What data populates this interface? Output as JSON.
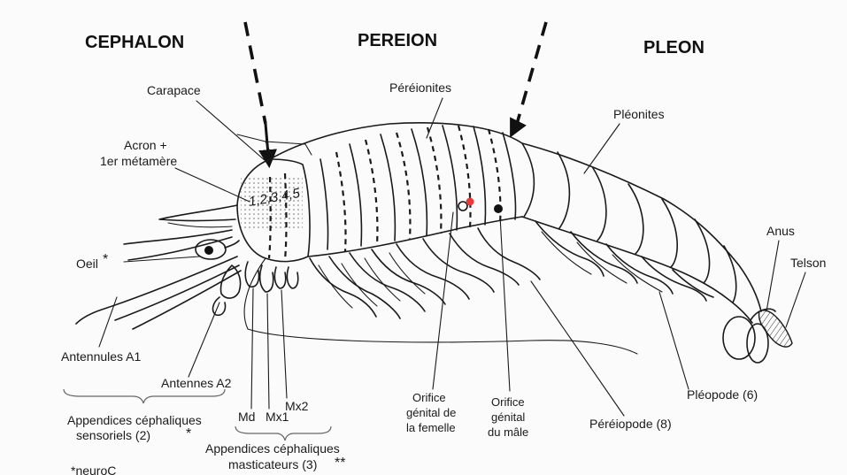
{
  "regions": {
    "cephalon": "CEPHALON",
    "pereion": "PEREION",
    "pleon": "PLEON"
  },
  "labels": {
    "carapace": "Carapace",
    "acron_line1": "Acron +",
    "acron_line2": "1er métamère",
    "pereionites": "Péréionites",
    "pleonites": "Pléonites",
    "oeil": "Oeil",
    "oeil_mark": "*",
    "anus": "Anus",
    "telson": "Telson",
    "antennules": "Antennules A1",
    "antennes": "Antennes A2",
    "md": "Md",
    "mx1": "Mx1",
    "mx2": "Mx2",
    "appendices_sens_line1": "Appendices céphaliques",
    "appendices_sens_line2": "sensoriels (2)",
    "appendices_sens_mark": "*",
    "appendices_mast_line1": "Appendices céphaliques",
    "appendices_mast_line2": "masticateurs (3)",
    "appendices_mast_mark": "**",
    "orifice_f_line1": "Orifice",
    "orifice_f_line2": "génital de",
    "orifice_f_line3": "la femelle",
    "orifice_m_line1": "Orifice",
    "orifice_m_line2": "génital",
    "orifice_m_line3": "du mâle",
    "pereiopode": "Péréiopode (8)",
    "pleopode": "Pléopode (6)",
    "segment_numbers": "1,2,3,4,5",
    "footnote": "*neuroC"
  },
  "colors": {
    "female_orifice_highlight": "#e83a3a"
  }
}
